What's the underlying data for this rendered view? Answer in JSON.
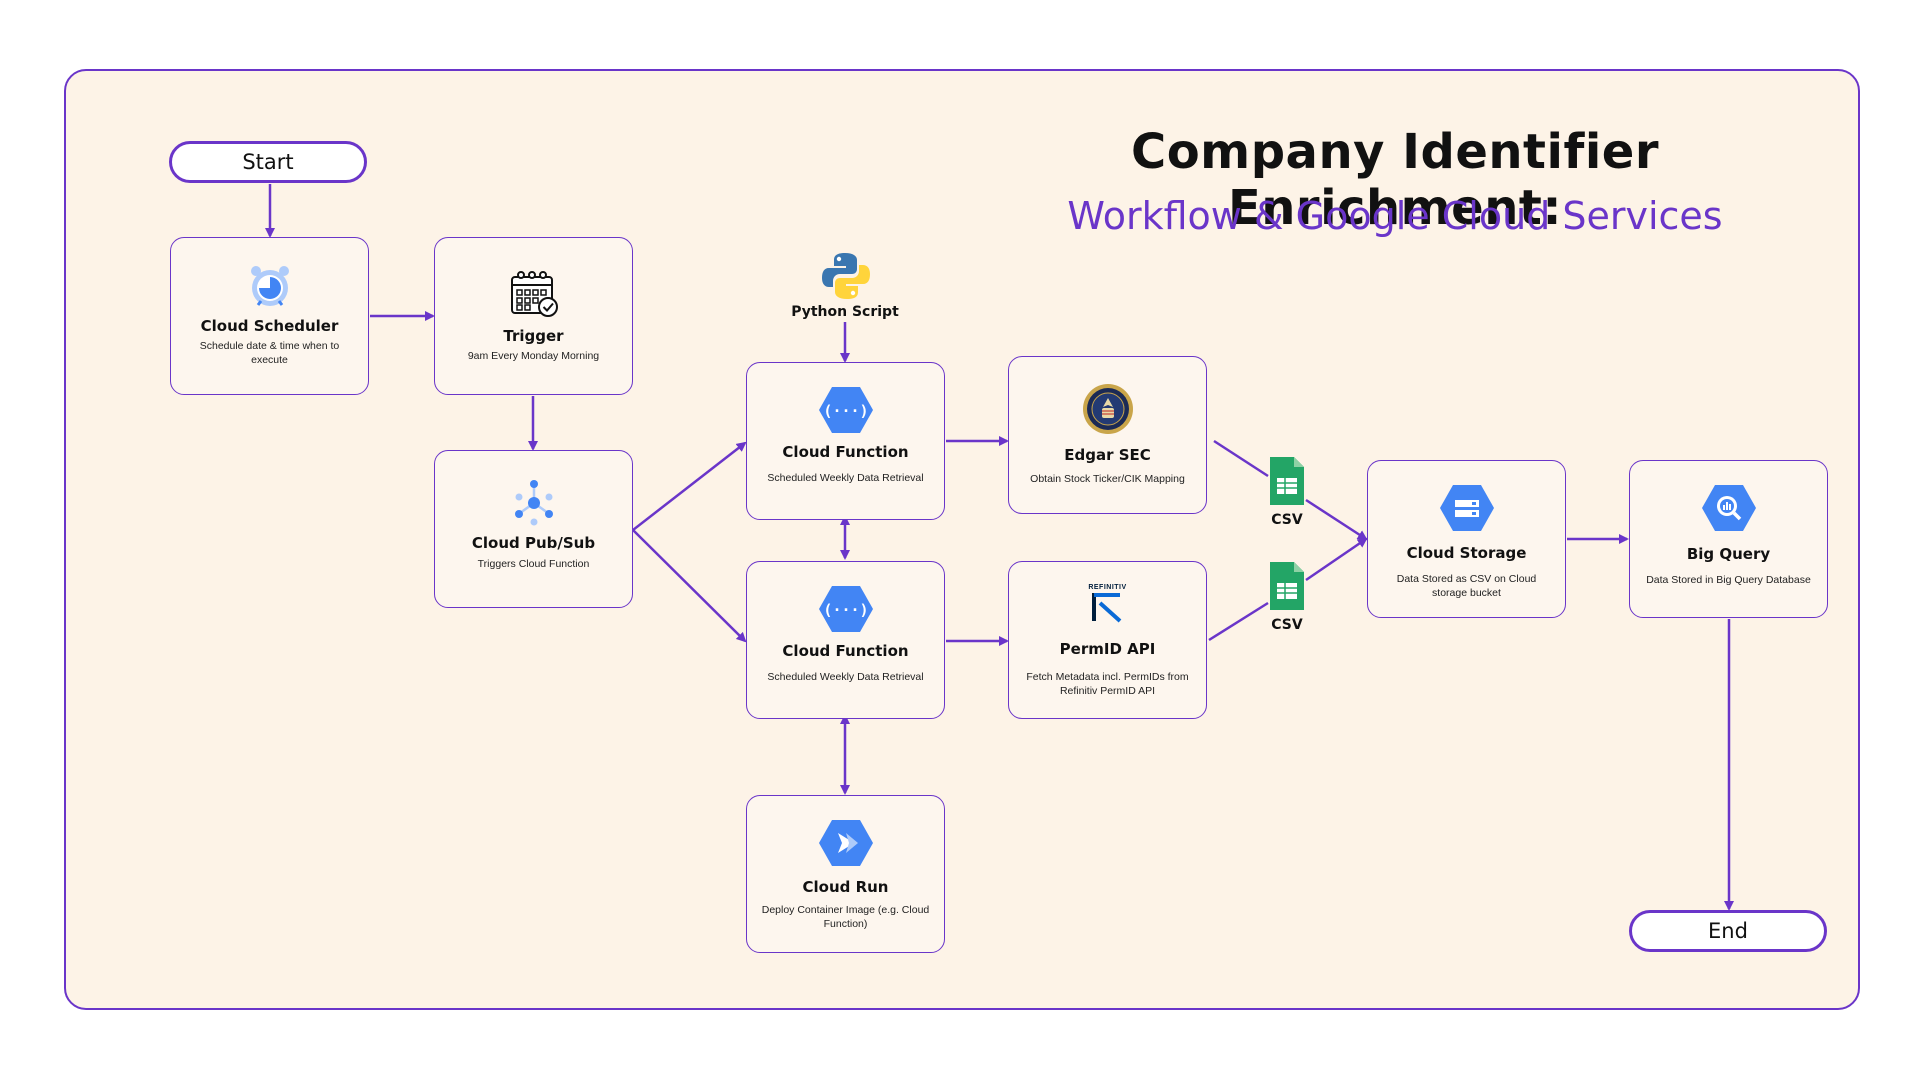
{
  "title": "Company Identifier Enrichment:",
  "subtitle": "Workflow & Google Cloud Services",
  "start_label": "Start",
  "end_label": "End",
  "nodes": {
    "scheduler": {
      "title": "Cloud Scheduler",
      "desc": "Schedule date & time when to execute",
      "icon": "alarm-clock-icon"
    },
    "trigger": {
      "title": "Trigger",
      "desc": "9am Every Monday Morning",
      "icon": "calendar-check-icon"
    },
    "pubsub": {
      "title": "Cloud Pub/Sub",
      "desc": "Triggers Cloud Function",
      "icon": "pubsub-icon"
    },
    "function1": {
      "title": "Cloud Function",
      "desc": "Scheduled Weekly Data Retrieval",
      "icon": "cloud-functions-icon"
    },
    "function2": {
      "title": "Cloud Function",
      "desc": "Scheduled Weekly Data Retrieval",
      "icon": "cloud-functions-icon"
    },
    "edgar": {
      "title": "Edgar SEC",
      "desc": "Obtain Stock Ticker/CIK Mapping",
      "icon": "sec-seal-icon"
    },
    "permid": {
      "title": "PermID API",
      "desc": "Fetch Metadata incl. PermIDs from Refinitiv PermID API",
      "icon": "refinitiv-logo-icon",
      "logo_text": "REFINITIV"
    },
    "cloudrun": {
      "title": "Cloud Run",
      "desc": "Deploy Container Image (e.g. Cloud Function)",
      "icon": "cloud-run-icon"
    },
    "storage": {
      "title": "Cloud Storage",
      "desc": "Data Stored as CSV on Cloud storage bucket",
      "icon": "cloud-storage-icon"
    },
    "bigquery": {
      "title": "Big Query",
      "desc": "Data Stored in Big Query Database",
      "icon": "bigquery-icon"
    }
  },
  "python_label": "Python Script",
  "csv_labels": [
    "CSV",
    "CSV"
  ],
  "colors": {
    "accent": "#6a35c9",
    "background": "#fdf3e7",
    "gcp_blue": "#4285f4",
    "sheets_green": "#23a566"
  }
}
